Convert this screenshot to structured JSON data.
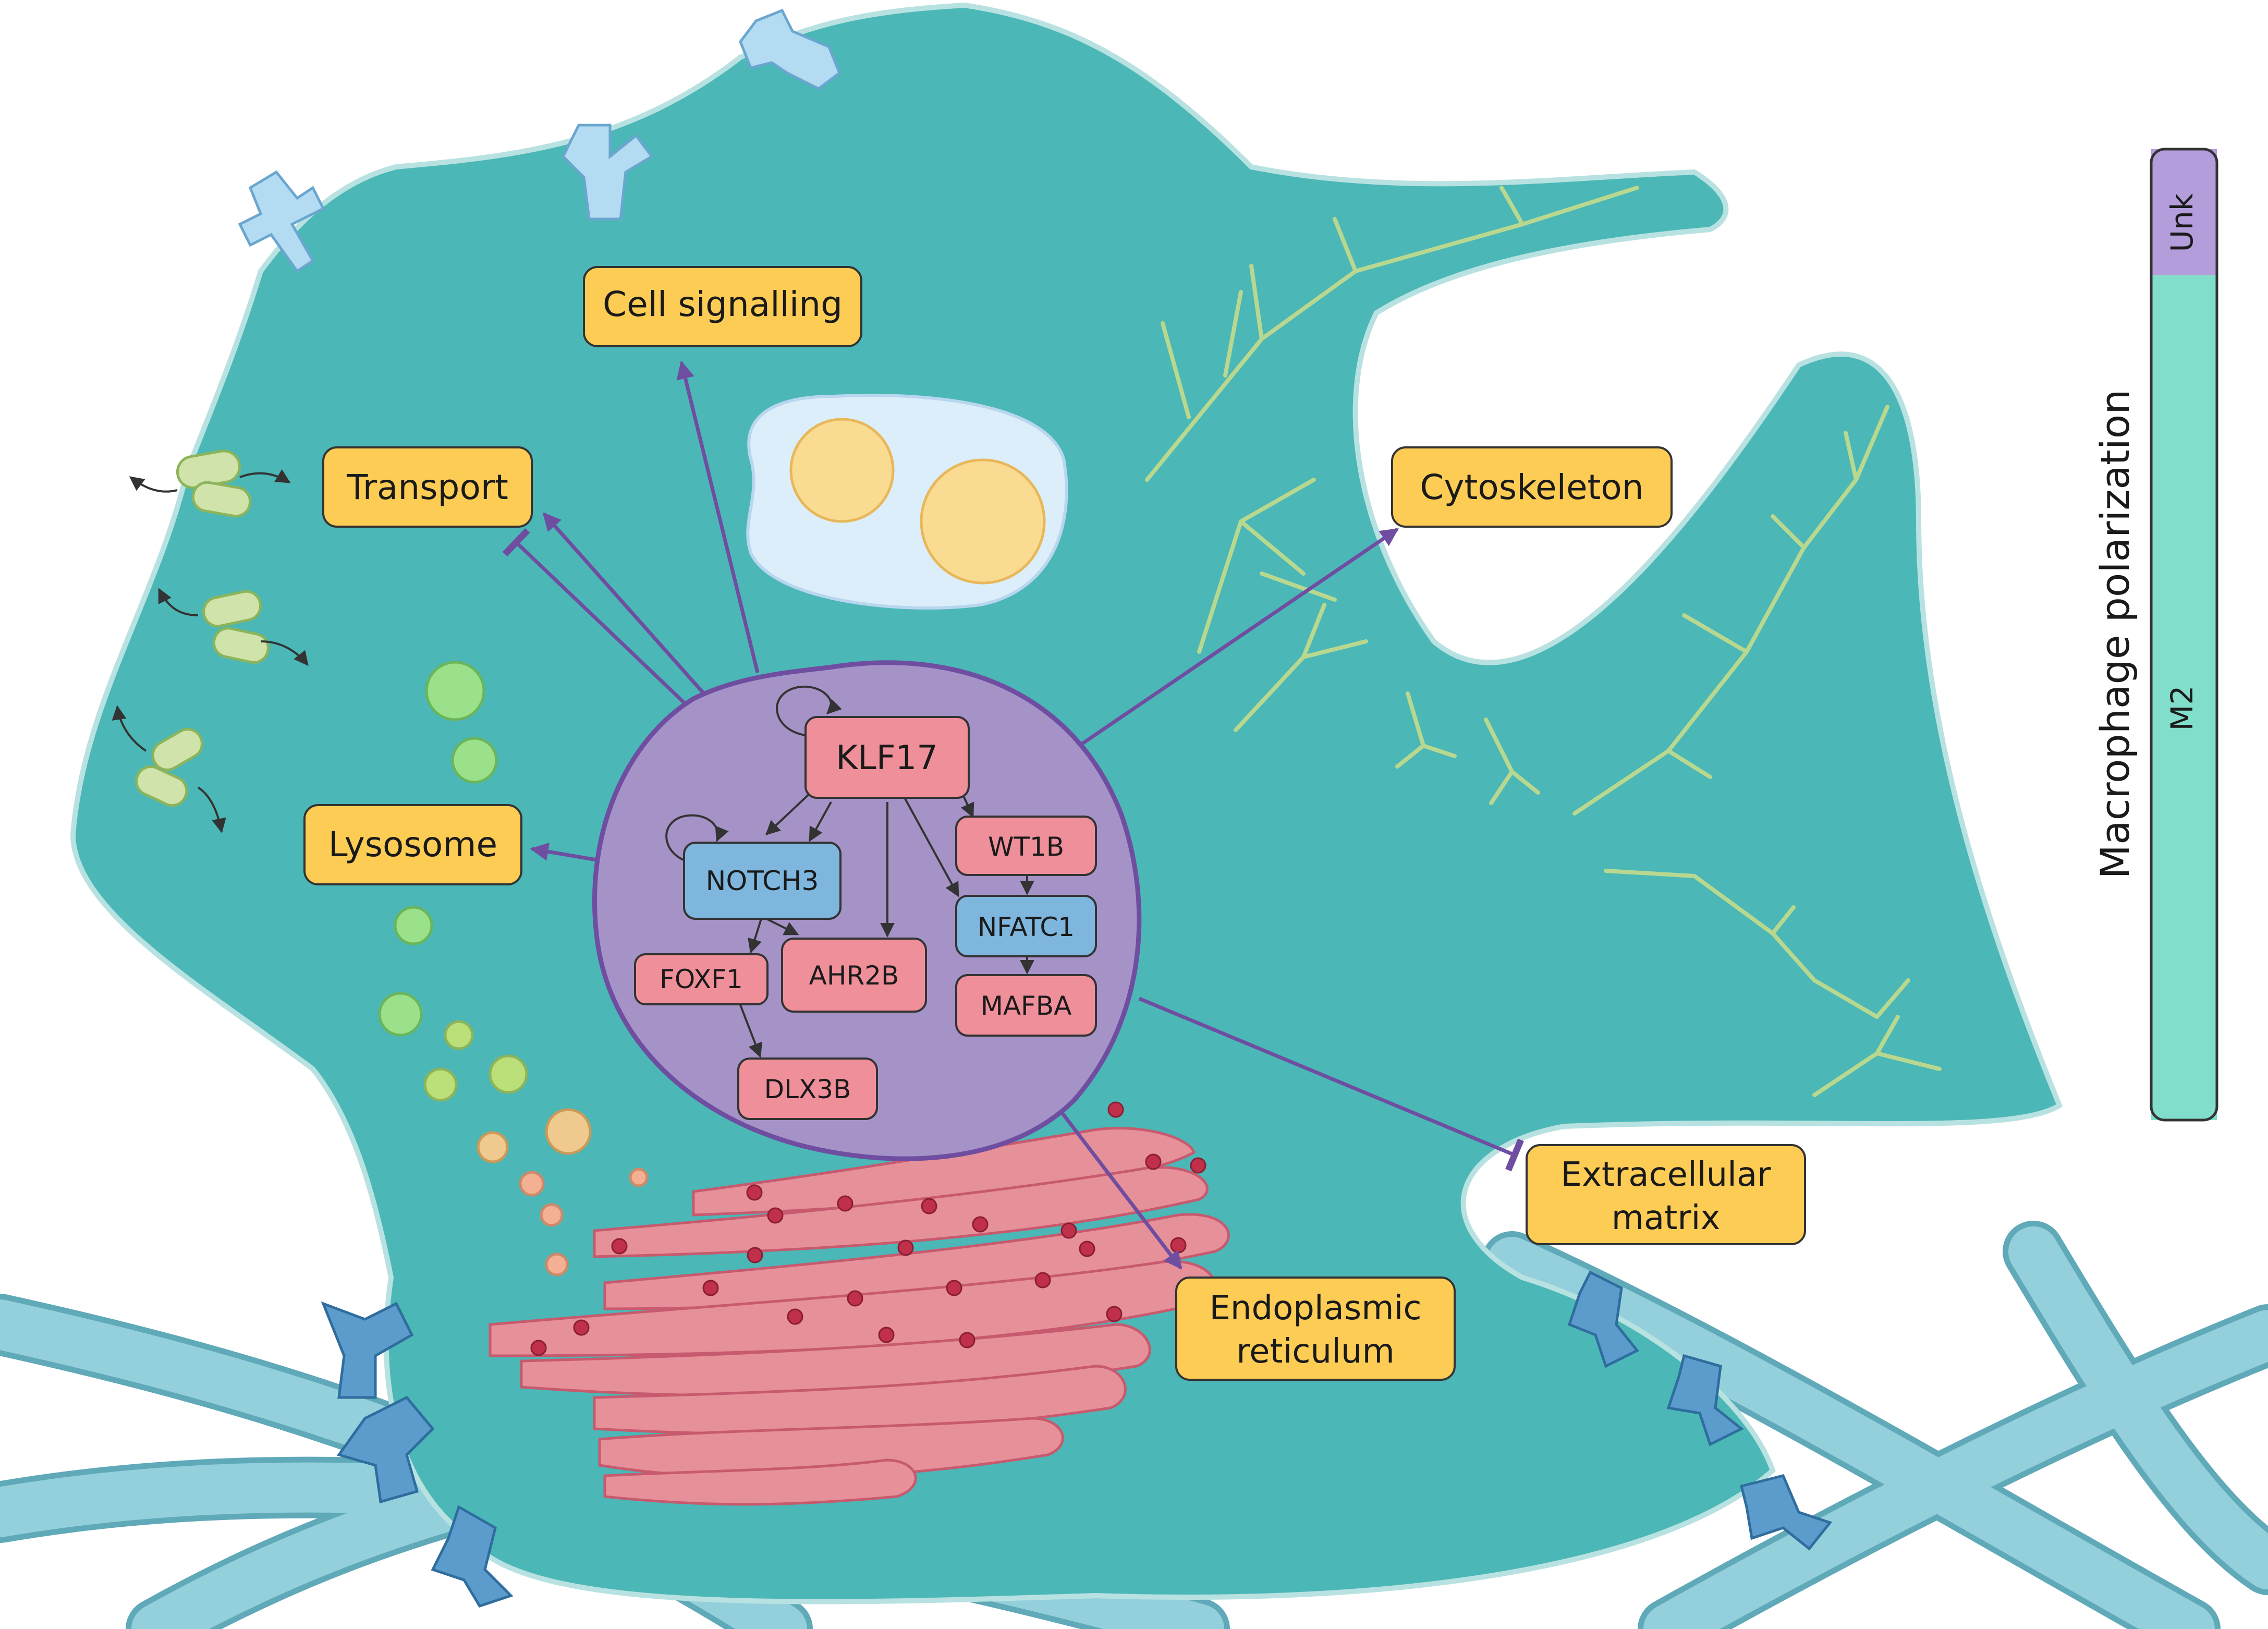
{
  "functions": {
    "cell_signalling": "Cell signalling",
    "transport": "Transport",
    "cytoskeleton": "Cytoskeleton",
    "lysosome": "Lysosome",
    "extracellular_matrix": [
      "Extracellular",
      "matrix"
    ],
    "endoplasmic_reticulum": [
      "Endoplasmic",
      "reticulum"
    ]
  },
  "genes": {
    "klf17": "KLF17",
    "notch3": "NOTCH3",
    "wt1b": "WT1B",
    "nfatc1": "NFATC1",
    "foxf1": "FOXF1",
    "ahr2b": "AHR2B",
    "mafba": "MAFBA",
    "dlx3b": "DLX3B"
  },
  "polarization": {
    "title": "Macrophage polarization",
    "segments": [
      {
        "label": "Unk",
        "fraction": 0.13,
        "color": "#b39ddb"
      },
      {
        "label": "M2",
        "fraction": 0.87,
        "color": "#80deca"
      }
    ]
  },
  "colors": {
    "cell": "#4bb7b6",
    "nucleus": "#a593c8",
    "function_box": "#fccc55",
    "gene_activator": "#ef8f9a",
    "gene_other": "#7fb6dd",
    "regulation": "#6f4da0"
  }
}
